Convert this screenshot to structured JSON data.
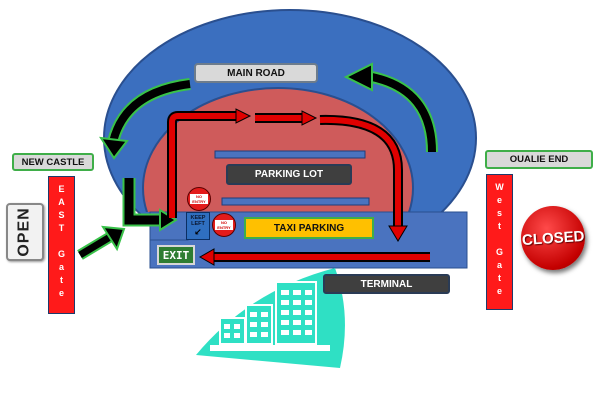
{
  "labels": {
    "main_road": "MAIN ROAD",
    "parking_lot": "PARKING LOT",
    "taxi_parking": "TAXI PARKING",
    "terminal": "TERMINAL",
    "exit": "EXIT",
    "new_castle": "NEW CASTLE",
    "oualie_end": "OUALIE END"
  },
  "gates": {
    "east": [
      "E",
      "A",
      "S",
      "T",
      "",
      "G",
      "a",
      "t",
      "e"
    ],
    "west": [
      "W",
      "e",
      "s",
      "t",
      "",
      "G",
      "a",
      "t",
      "e"
    ]
  },
  "signs": {
    "open": "OPEN",
    "closed": "CLOSED",
    "no_entry": "NO ENTRY",
    "keep_left": [
      "KEEP",
      "LEFT"
    ]
  },
  "colors": {
    "outer_ellipse": "#3b6fbf",
    "inner_ellipse": "#cf5b5b",
    "road_bar": "#4a73bf",
    "arrow_red": "#e00000",
    "arrow_black": "#000000",
    "arrow_green_outline": "#39c24a",
    "building": "#2fe0c4"
  }
}
